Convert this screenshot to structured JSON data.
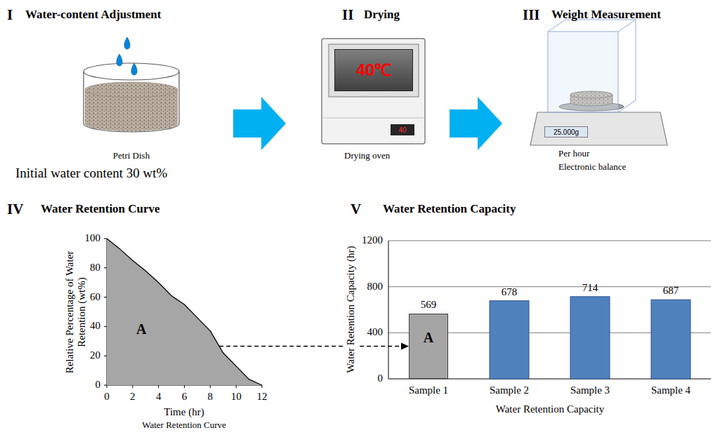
{
  "diagram": {
    "nodes": [
      {
        "text": [
          "40℃"
        ]
      },
      {
        "text": [
          "40"
        ]
      },
      {
        "text": [
          "25.000g"
        ]
      },
      {
        "text": [
          "A"
        ]
      },
      {
        "text": [
          "A"
        ]
      }
    ],
    "edges": [
      {
        "from": 3,
        "to": 4,
        "arrow": "to"
      }
    ],
    "labels": [
      "I",
      "Water-content Adjustment",
      "II",
      "Drying",
      "III",
      "Weight Measurement",
      "Petri Dish",
      "Initial water content 30 wt%",
      "Drying oven",
      "Per hour",
      "Electronic balance",
      "IV",
      "Water Retention Curve",
      "V",
      "Water Retention Capacity",
      "Relative Percentage of Water Retention (wt%)",
      "100",
      "80",
      "60",
      "40",
      "20",
      "0",
      "0",
      "2",
      "4",
      "6",
      "8",
      "10",
      "12",
      "Time (hr)",
      "Water Retention Curve",
      "Water Retention Capacity (hr)",
      "1200",
      "800",
      "400",
      "0",
      "569",
      "678",
      "714",
      "687",
      "Sample 1",
      "Sample 2",
      "Sample 3",
      "Sample 4",
      "Water Retention Capacity"
    ]
  }
}
